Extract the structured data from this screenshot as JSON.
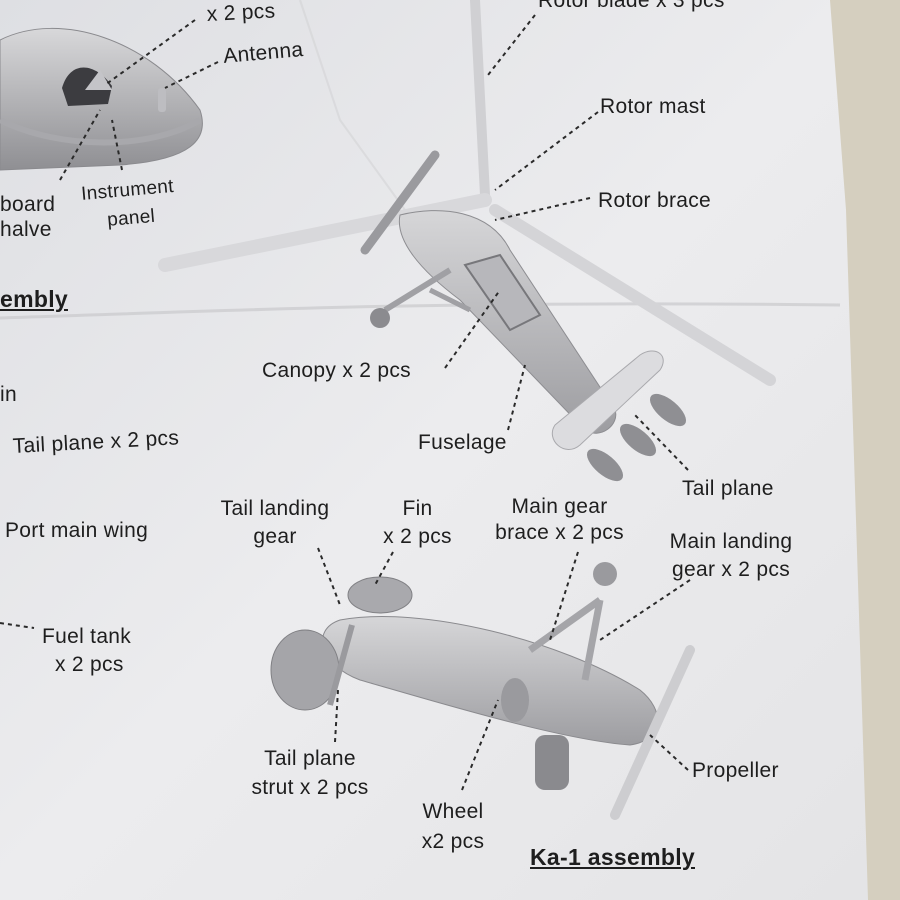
{
  "instruction_sheet": {
    "top_left_figure": {
      "labels": {
        "pilot_count": "x 2 pcs",
        "antenna": "Antenna",
        "dashboard_line1": "board",
        "dashboard_line2": "halve",
        "instrument_panel_line1": "Instrument",
        "instrument_panel_line2": "panel"
      }
    },
    "left_column": {
      "section_title_fragment": "embly",
      "line_in": "in",
      "tail_plane": "Tail plane x 2 pcs",
      "port_main_wing": "Port main wing",
      "fuel_tank_line1": "Fuel tank",
      "fuel_tank_line2": "x 2 pcs"
    },
    "upper_model": {
      "labels": {
        "rotor_blade": "Rotor blade x 3 pcs",
        "rotor_mast": "Rotor mast",
        "rotor_brace": "Rotor brace",
        "canopy": "Canopy x 2 pcs",
        "fuselage": "Fuselage",
        "tail_plane": "Tail plane"
      }
    },
    "lower_model": {
      "labels": {
        "tail_landing_gear_line1": "Tail landing",
        "tail_landing_gear_line2": "gear",
        "fin_line1": "Fin",
        "fin_line2": "x 2 pcs",
        "main_gear_brace_line1": "Main gear",
        "main_gear_brace_line2": "brace x 2 pcs",
        "main_landing_gear_line1": "Main landing",
        "main_landing_gear_line2": "gear x 2 pcs",
        "tail_plane_strut_line1": "Tail plane",
        "tail_plane_strut_line2": "strut x 2 pcs",
        "wheel_line1": "Wheel",
        "wheel_line2": "x2 pcs",
        "propeller": "Propeller"
      },
      "assembly_title": "Ka-1 assembly"
    }
  }
}
